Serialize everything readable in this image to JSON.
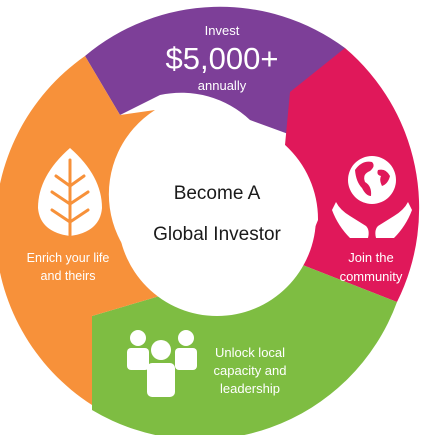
{
  "center": {
    "line1": "Become A",
    "line2": "Global Investor"
  },
  "segments": {
    "invest": {
      "color": "#7d3f98",
      "line1": "Invest",
      "amount": "$5,000+",
      "line3": "annually",
      "icon": "none"
    },
    "join": {
      "color": "#e0185a",
      "line1": "Join the",
      "line2": "community",
      "icon": "globe-in-hands-icon"
    },
    "unlock": {
      "color": "#7ebd42",
      "line1": "Unlock local",
      "line2": "capacity and",
      "line3": "leadership",
      "icon": "people-group-icon"
    },
    "enrich": {
      "color": "#f7913a",
      "line1": "Enrich your life",
      "line2": "and theirs",
      "icon": "leaf-icon"
    }
  }
}
